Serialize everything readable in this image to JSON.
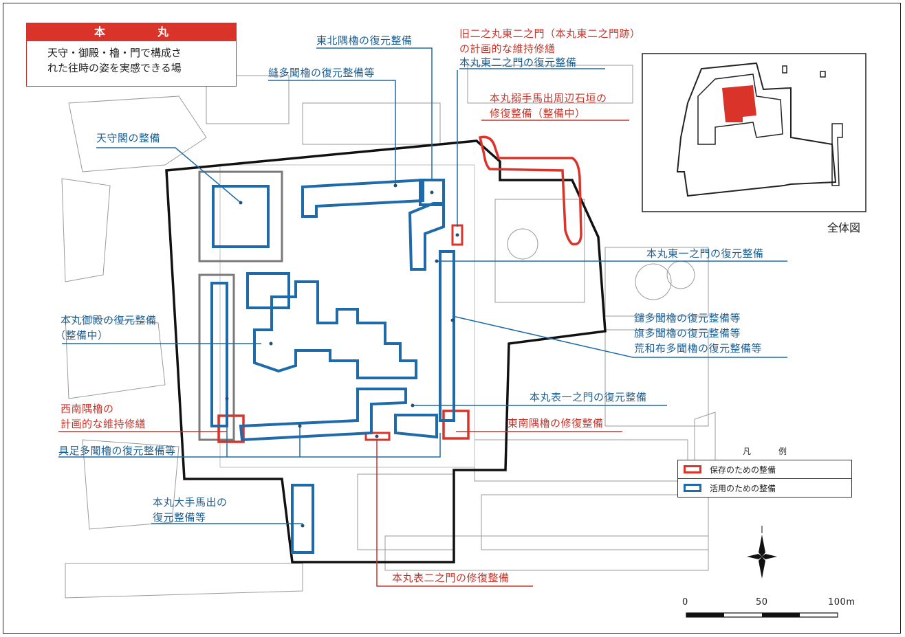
{
  "title_box": {
    "heading": "本　丸",
    "description_line1": "天守・御殿・櫓・門で構成さ",
    "description_line2": "れた往時の姿を実感できる場"
  },
  "labels": {
    "tenshukaku": "天守閣の整備",
    "tohoku_sumi": "東北隅櫓の復元整備",
    "nuitata": "縫多聞櫓の復元整備等",
    "kyu_ninomaru_1": "旧二之丸東二之門（本丸東二之門跡）",
    "kyu_ninomaru_2": "の計画的な維持修繕",
    "higashi_ninomon": "本丸東二之門の復元整備",
    "karamete_1": "本丸搦手馬出周辺石垣の",
    "karamete_2": "修復整備（整備中）",
    "higashi_ichinomon": "本丸東一之門の復元整備",
    "goten_1": "本丸御殿の復元整備",
    "goten_2": "（整備中）",
    "kagi_1": "鑓多聞櫓の復元整備等",
    "kagi_2": "旗多聞櫓の復元整備等",
    "kagi_3": "荒和布多聞櫓の復元整備等",
    "omote_ichinomon": "本丸表一之門の復元整備",
    "seinan_1": "西南隅櫓の",
    "seinan_2": "計画的な維持修繕",
    "tonan": "東南隅櫓の修復整備",
    "gusoku": "具足多聞櫓の復元整備等",
    "otemon_1": "本丸大手馬出の",
    "otemon_2": "復元整備等",
    "omote_ninomon": "本丸表二之門の修復整備"
  },
  "overview": {
    "caption": "全体図"
  },
  "legend": {
    "title": "凡例",
    "items": [
      {
        "label": "保存のための整備",
        "color": "#d9332a"
      },
      {
        "label": "活用のための整備",
        "color": "#1f6aa8"
      }
    ]
  },
  "scale": {
    "ticks": [
      "0",
      "50",
      "100m"
    ]
  },
  "colors": {
    "preservation": "#d9332a",
    "utilization": "#1f6aa8",
    "blue_text": "#1f5f92",
    "red_text": "#c8352b"
  }
}
